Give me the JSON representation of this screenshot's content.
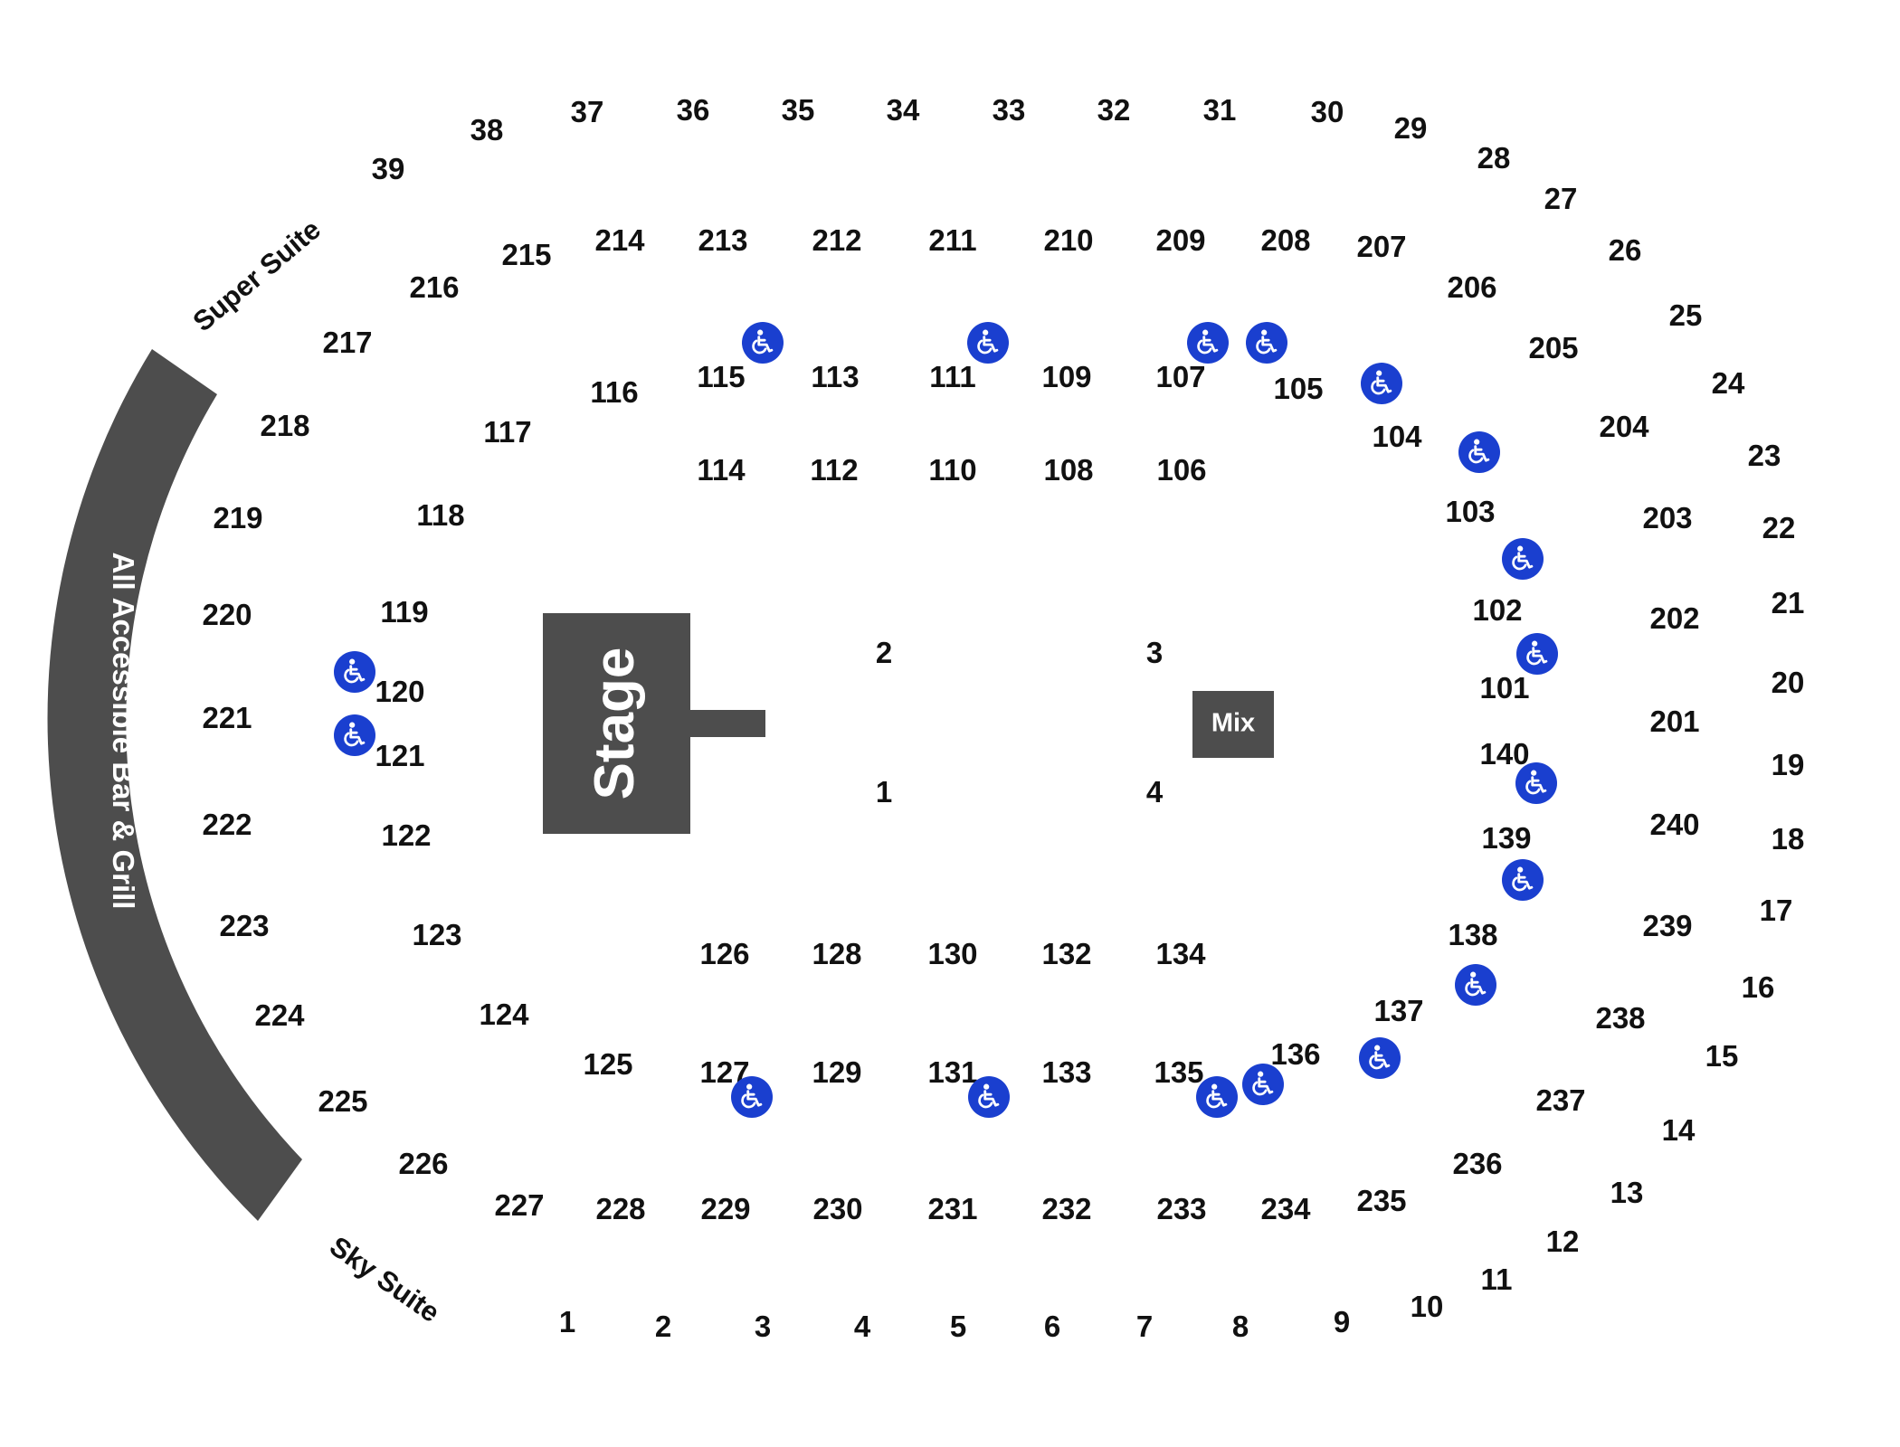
{
  "colors": {
    "block": "#4d4d4d",
    "accessible": "#1a3fcf",
    "text": "#111111",
    "background": "#ffffff"
  },
  "venue": {
    "stage_label": "Stage",
    "mix_label": "Mix",
    "bar_label": "All Accessible Bar & Grill",
    "super_suite_label": "Super Suite",
    "sky_suite_label": "Sky Suite"
  },
  "accessible_icon": "wheelchair-icon",
  "suites": [
    "1",
    "2",
    "3",
    "4",
    "5",
    "6",
    "7",
    "8",
    "9",
    "10",
    "11",
    "12",
    "13",
    "14",
    "15",
    "16",
    "17",
    "18",
    "19",
    "20",
    "21",
    "22",
    "23",
    "24",
    "25",
    "26",
    "27",
    "28",
    "29",
    "30",
    "31",
    "32",
    "33",
    "34",
    "35",
    "36",
    "37",
    "38",
    "39"
  ],
  "upper_sections": [
    "201",
    "202",
    "203",
    "204",
    "205",
    "206",
    "207",
    "208",
    "209",
    "210",
    "211",
    "212",
    "213",
    "214",
    "215",
    "216",
    "217",
    "218",
    "219",
    "220",
    "221",
    "222",
    "223",
    "224",
    "225",
    "226",
    "227",
    "228",
    "229",
    "230",
    "231",
    "232",
    "233",
    "234",
    "235",
    "236",
    "237",
    "238",
    "239",
    "240"
  ],
  "lower_sections": [
    "101",
    "102",
    "103",
    "104",
    "105",
    "106",
    "107",
    "108",
    "109",
    "110",
    "111",
    "112",
    "113",
    "114",
    "115",
    "116",
    "117",
    "118",
    "119",
    "120",
    "121",
    "122",
    "123",
    "124",
    "125",
    "126",
    "127",
    "128",
    "129",
    "130",
    "131",
    "132",
    "133",
    "134",
    "135",
    "136",
    "137",
    "138",
    "139",
    "140"
  ],
  "floor_sections": [
    "1",
    "2",
    "3",
    "4"
  ]
}
